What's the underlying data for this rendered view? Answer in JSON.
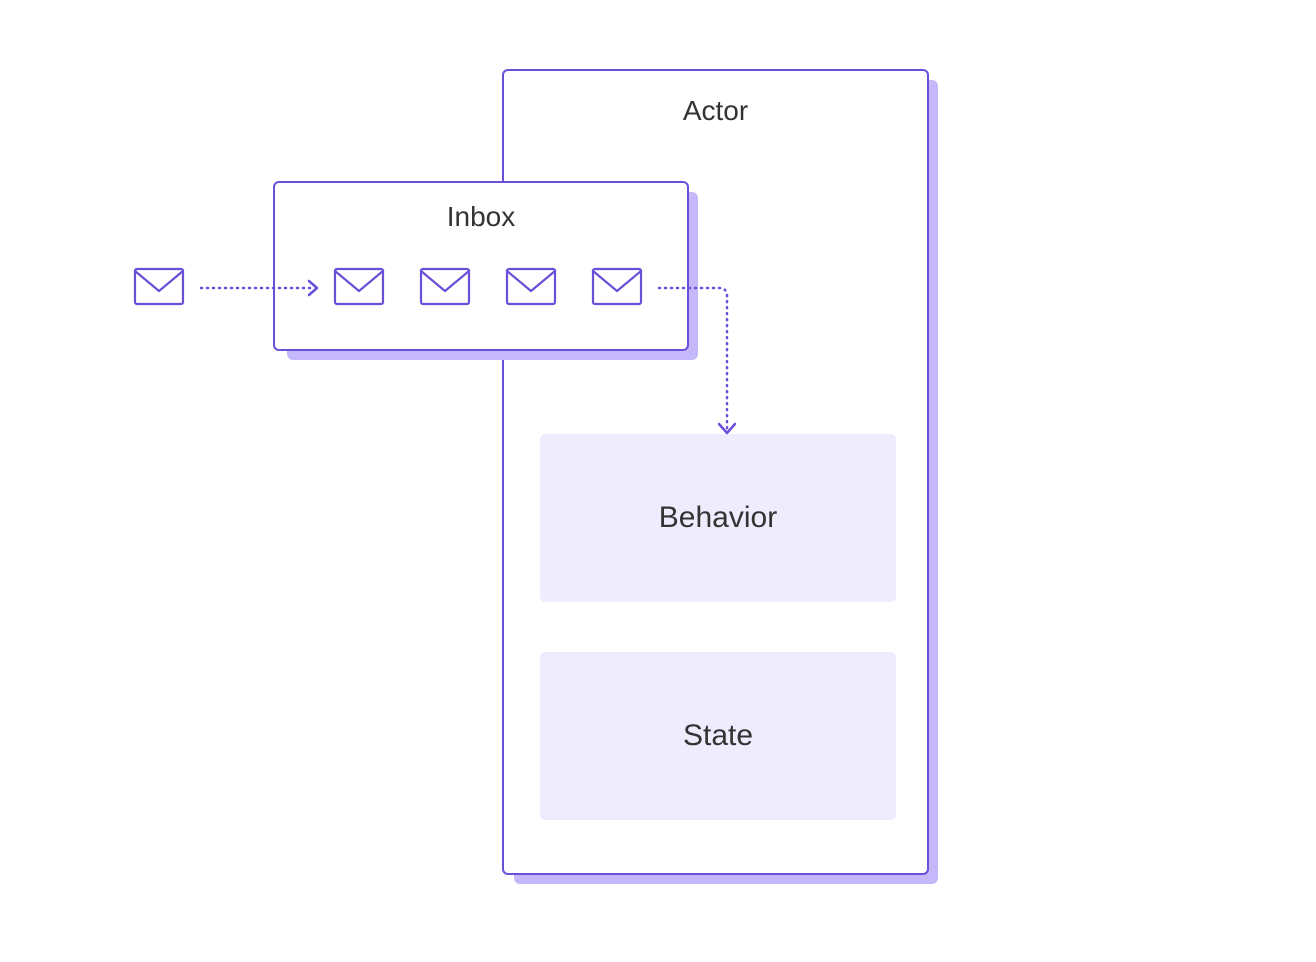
{
  "diagram": {
    "actor": {
      "title": "Actor"
    },
    "inbox": {
      "title": "Inbox"
    },
    "behavior": {
      "label": "Behavior"
    },
    "state": {
      "label": "State"
    }
  },
  "colors": {
    "accent": "#6b4fd8",
    "shadow": "#c4b8fa",
    "panel": "#efecfd",
    "text": "#333333"
  },
  "icons": {
    "incoming_message": "envelope-icon",
    "queued_messages": [
      "envelope-icon",
      "envelope-icon",
      "envelope-icon",
      "envelope-icon"
    ]
  }
}
